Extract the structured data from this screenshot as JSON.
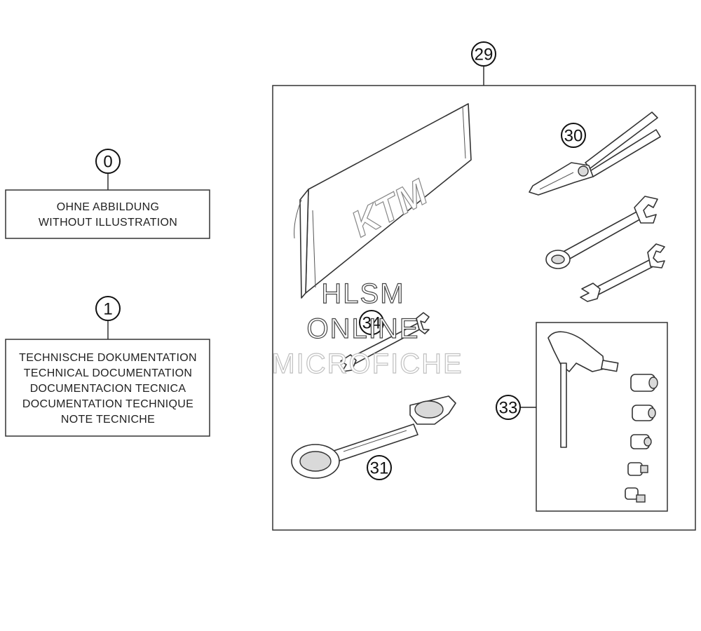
{
  "callouts": {
    "c0": "0",
    "c1": "1",
    "c29": "29",
    "c30": "30",
    "c31": "31",
    "c33": "33",
    "c34": "34"
  },
  "notes": {
    "without_illustration": [
      "OHNE ABBILDUNG",
      "WITHOUT ILLUSTRATION"
    ],
    "technical_documentation": [
      "TECHNISCHE DOKUMENTATION",
      "TECHNICAL DOCUMENTATION",
      "DOCUMENTACION TECNICA",
      "DOCUMENTATION TECHNIQUE",
      "NOTE TECNICHE"
    ]
  },
  "pouch_logo": "KTM",
  "watermark": [
    "HLSM",
    "ONLINE",
    "MICROFICHE"
  ],
  "icons": {
    "pouch": "tool-pouch-icon",
    "pliers": "pliers-icon",
    "wrench": "combination-wrench-icon",
    "spanner": "double-open-end-wrench-icon",
    "ring_spanner": "ring-spanner-icon",
    "t_handle": "t-handle-driver-icon",
    "bit": "bit-socket-icon"
  }
}
